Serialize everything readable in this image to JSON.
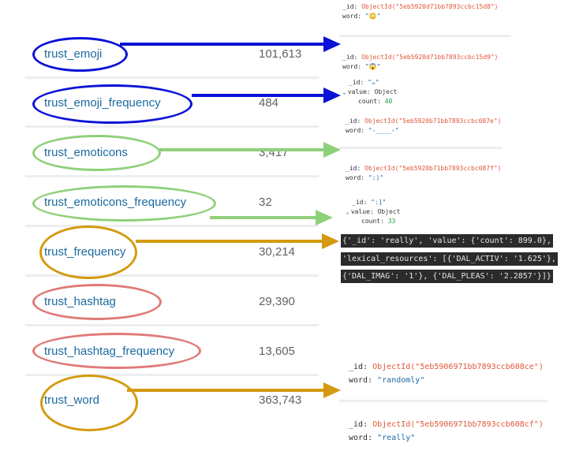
{
  "collections": [
    {
      "name": "trust_emoji",
      "count": "101,613"
    },
    {
      "name": "trust_emoji_frequency",
      "count": "484"
    },
    {
      "name": "trust_emoticons",
      "count": "3,417"
    },
    {
      "name": "trust_emoticons_frequency",
      "count": "32"
    },
    {
      "name": "trust_frequency",
      "count": "30,214"
    },
    {
      "name": "trust_hashtag",
      "count": "29,390"
    },
    {
      "name": "trust_hashtag_frequency",
      "count": "13,605"
    },
    {
      "name": "trust_word",
      "count": "363,743"
    }
  ],
  "colors": {
    "blue": "#0a12d6",
    "green": "#8fd07a",
    "gold": "#d49a0f",
    "red": "#e07a78"
  },
  "docs": {
    "emoji_1": {
      "id_key": "_id",
      "id_val": "ObjectId(\"5eb5920d71bb7893ccbc15d8\")",
      "word_key": "word",
      "word_val": "\"😳\""
    },
    "emoji_2": {
      "id_key": "_id",
      "id_val": "ObjectId(\"5eb5920d71bb7893ccbc15d9\")",
      "word_key": "word",
      "word_val": "\"😱\""
    },
    "emoji_freq": {
      "id_key": "_id",
      "id_val": "\"☕\"",
      "value_key": "value",
      "value_type": "Object",
      "count_key": "count",
      "count_val": "40"
    },
    "emoticon_1": {
      "id_key": "_id",
      "id_val": "ObjectId(\"5eb5920b71bb7893ccbc087e\")",
      "word_key": "word",
      "word_val": "\"-____-\""
    },
    "emoticon_2": {
      "id_key": "_id",
      "id_val": "ObjectId(\"5eb5920b71bb7893ccbc087f\")",
      "word_key": "word",
      "word_val": "\":)\""
    },
    "emoticon_freq": {
      "id_key": "_id",
      "id_val": "\":]\"",
      "value_key": "value",
      "value_type": "Object",
      "count_key": "count",
      "count_val": "33"
    },
    "frequency_code": [
      "{'_id': 'really', 'value': {'count': 899.0},",
      "'lexical_resources': [{'DAL_ACTIV': '1.625'},",
      " {'DAL_IMAG': '1'}, {'DAL_PLEAS': '2.2857'}]}"
    ],
    "word_1": {
      "id_key": "_id",
      "id_val": "ObjectId(\"5eb5906971bb7893ccb608ce\")",
      "word_key": "word",
      "word_val": "\"randomly\""
    },
    "word_2": {
      "id_key": "_id",
      "id_val": "ObjectId(\"5eb5906971bb7893ccb608cf\")",
      "word_key": "word",
      "word_val": "\"really\""
    }
  }
}
